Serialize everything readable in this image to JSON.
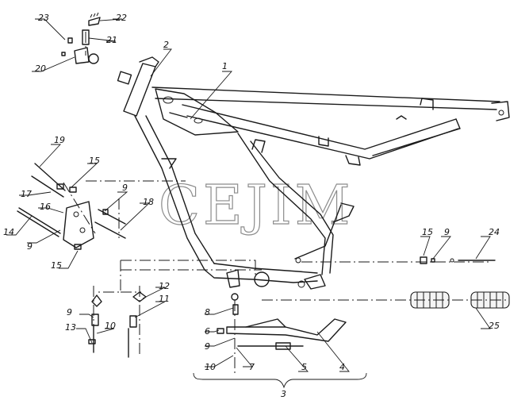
{
  "watermark": "CEJIM",
  "callouts": [
    {
      "id": "c1",
      "label": "1"
    },
    {
      "id": "c2",
      "label": "2"
    },
    {
      "id": "c3",
      "label": "3"
    },
    {
      "id": "c4",
      "label": "4"
    },
    {
      "id": "c5",
      "label": "5"
    },
    {
      "id": "c6",
      "label": "6"
    },
    {
      "id": "c7",
      "label": "7"
    },
    {
      "id": "c8",
      "label": "8"
    },
    {
      "id": "c9a",
      "label": "9"
    },
    {
      "id": "c9b",
      "label": "9"
    },
    {
      "id": "c9c",
      "label": "9"
    },
    {
      "id": "c9d",
      "label": "9"
    },
    {
      "id": "c9e",
      "label": "9"
    },
    {
      "id": "c10a",
      "label": "10"
    },
    {
      "id": "c10b",
      "label": "10"
    },
    {
      "id": "c11",
      "label": "11"
    },
    {
      "id": "c12",
      "label": "12"
    },
    {
      "id": "c13",
      "label": "13"
    },
    {
      "id": "c14",
      "label": "14"
    },
    {
      "id": "c15a",
      "label": "15"
    },
    {
      "id": "c15b",
      "label": "15"
    },
    {
      "id": "c15c",
      "label": "15"
    },
    {
      "id": "c16",
      "label": "16"
    },
    {
      "id": "c17",
      "label": "17"
    },
    {
      "id": "c18",
      "label": "18"
    },
    {
      "id": "c19",
      "label": "19"
    },
    {
      "id": "c20",
      "label": "20"
    },
    {
      "id": "c21",
      "label": "21"
    },
    {
      "id": "c22",
      "label": "22"
    },
    {
      "id": "c23",
      "label": "23"
    },
    {
      "id": "c24",
      "label": "24"
    },
    {
      "id": "c25",
      "label": "25"
    }
  ]
}
